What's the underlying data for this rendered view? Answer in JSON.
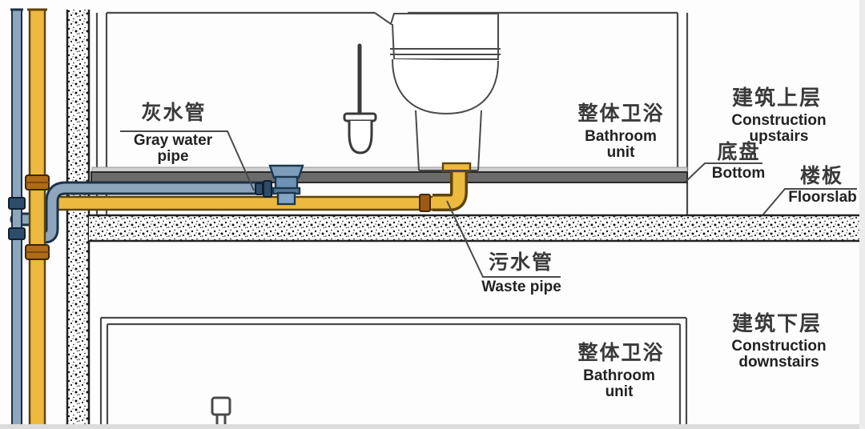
{
  "labels": {
    "gray_water_pipe": {
      "zh": "灰水管",
      "en": "Gray water pipe"
    },
    "waste_pipe": {
      "zh": "污水管",
      "en": "Waste pipe"
    },
    "bathroom_unit_upper": {
      "zh": "整体卫浴",
      "en": "Bathroom unit"
    },
    "bathroom_unit_lower": {
      "zh": "整体卫浴",
      "en": "Bathroom unit"
    },
    "construction_upstairs": {
      "zh": "建筑上层",
      "en": "Construction upstairs"
    },
    "construction_downstairs": {
      "zh": "建筑下层",
      "en": "Construction downstairs"
    },
    "bottom_tray": {
      "zh": "底盘",
      "en": "Bottom"
    },
    "floor_slab": {
      "zh": "楼板",
      "en": "Floorslab"
    }
  },
  "colors": {
    "gray_water_pipe": "#8DA6BC",
    "waste_pipe": "#EDB93F",
    "bottom_tray": "#6B6B6B",
    "coupling_blue": "#2E4D6B",
    "coupling_amber": "#B06A18",
    "concrete_outline": "#222222"
  }
}
